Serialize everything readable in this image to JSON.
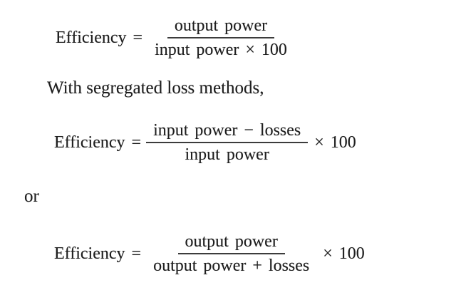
{
  "page": {
    "background": "#ffffff",
    "text_color": "#1e1e1e",
    "rule_color": "#3c3c3c"
  },
  "paragraphs": [
    "With segregated loss methods,",
    "or"
  ],
  "equations": [
    {
      "lhs": "Efficiency",
      "equals": "=",
      "numerator": "output power",
      "denominator": "input power × 100",
      "suffix": ""
    },
    {
      "lhs": "Efficiency",
      "equals": "=",
      "numerator": "input power − losses",
      "denominator": "input power",
      "suffix": "× 100"
    },
    {
      "lhs": "Efficiency",
      "equals": "=",
      "numerator": "output power",
      "denominator": "output power + losses",
      "suffix": "× 100"
    }
  ]
}
